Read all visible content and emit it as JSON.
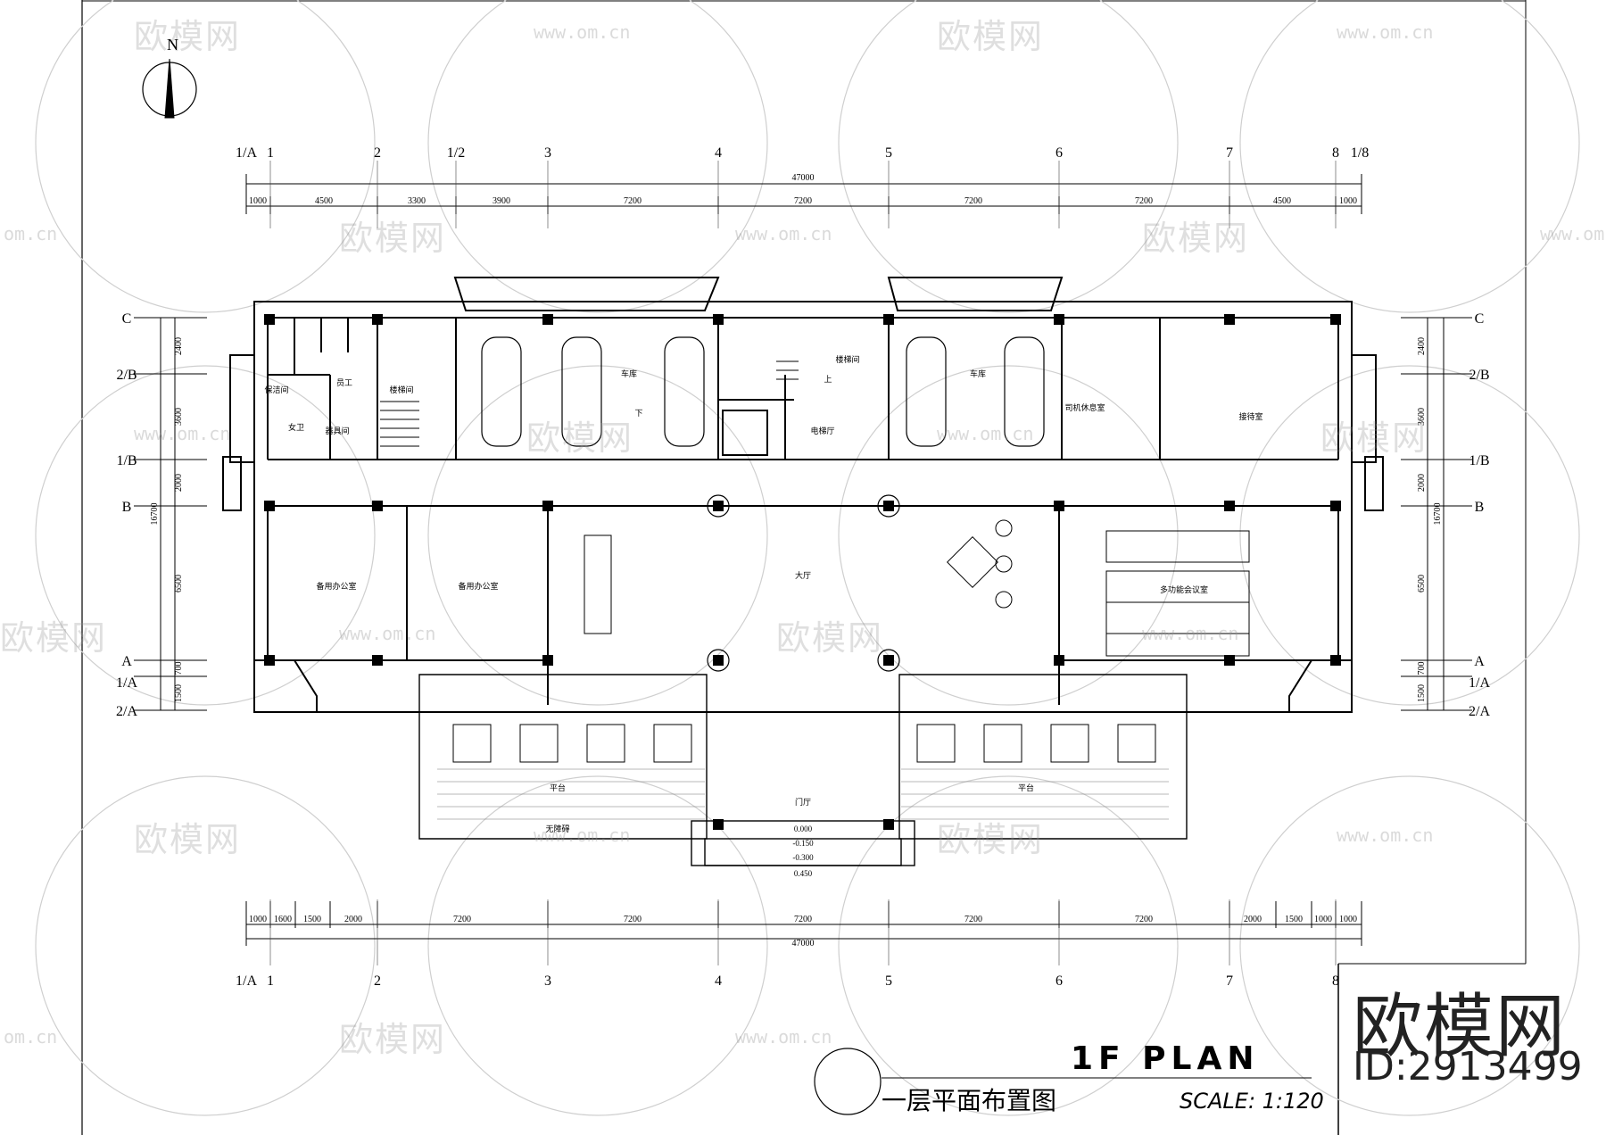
{
  "drawing": {
    "title_en": "1F PLAN",
    "title_cn": "一层平面布置图",
    "scale_label": "SCALE:  1:120",
    "north_label": "N",
    "brand_name": "欧模网",
    "brand_id": "ID:2913499"
  },
  "watermarks": {
    "logo_text": "欧模网",
    "url_text": "www.om.cn",
    "url_short": "om.cn"
  },
  "axes": {
    "top_numbers": [
      "1/A",
      "1",
      "2",
      "1/2",
      "3",
      "4",
      "5",
      "6",
      "7",
      "8",
      "1/8"
    ],
    "bottom_numbers": [
      "1/A",
      "1",
      "2",
      "3",
      "4",
      "5",
      "6",
      "7",
      "8"
    ],
    "left_letters": [
      "C",
      "2/B",
      "1/B",
      "B",
      "A",
      "1/A",
      "2/A"
    ],
    "right_letters": [
      "C",
      "2/B",
      "1/B",
      "B",
      "A",
      "1/A",
      "2/A"
    ]
  },
  "dimensions": {
    "top_total": "47000",
    "top_segments": [
      "1000",
      "4500",
      "3300",
      "3900",
      "7200",
      "7200",
      "7200",
      "7200",
      "4500",
      "1000"
    ],
    "bottom_total": "47000",
    "bottom_segments": [
      "1000",
      "1600",
      "1500",
      "2000",
      "7200",
      "7200",
      "7200",
      "7200",
      "7200",
      "2000",
      "1500",
      "1000",
      "1000"
    ],
    "side_total": "16700",
    "side_segments": [
      "2400",
      "3600",
      "2000",
      "6500",
      "700",
      "1500"
    ]
  },
  "rooms": {
    "restroom": "员工",
    "staircase": "楼梯间",
    "female": "女卫",
    "changing": "保洁间",
    "cleaning": "器具间",
    "garage_left": "车库",
    "garage_right": "车库",
    "up_label": "上",
    "down_label": "下",
    "elevator_room": "电梯厅",
    "hall_small": "楼梯间",
    "driver_office": "司机休息室",
    "reception": "接待室",
    "office1": "备用办公室",
    "office2": "备用办公室",
    "lobby": "大厅",
    "meeting": "多功能会议室",
    "entrance": "门厅",
    "platform_left": "平台",
    "platform_right": "平台",
    "ramp_label": "无障碍"
  },
  "elevations": [
    "0.000",
    "-0.150",
    "-0.300",
    "0.450"
  ]
}
